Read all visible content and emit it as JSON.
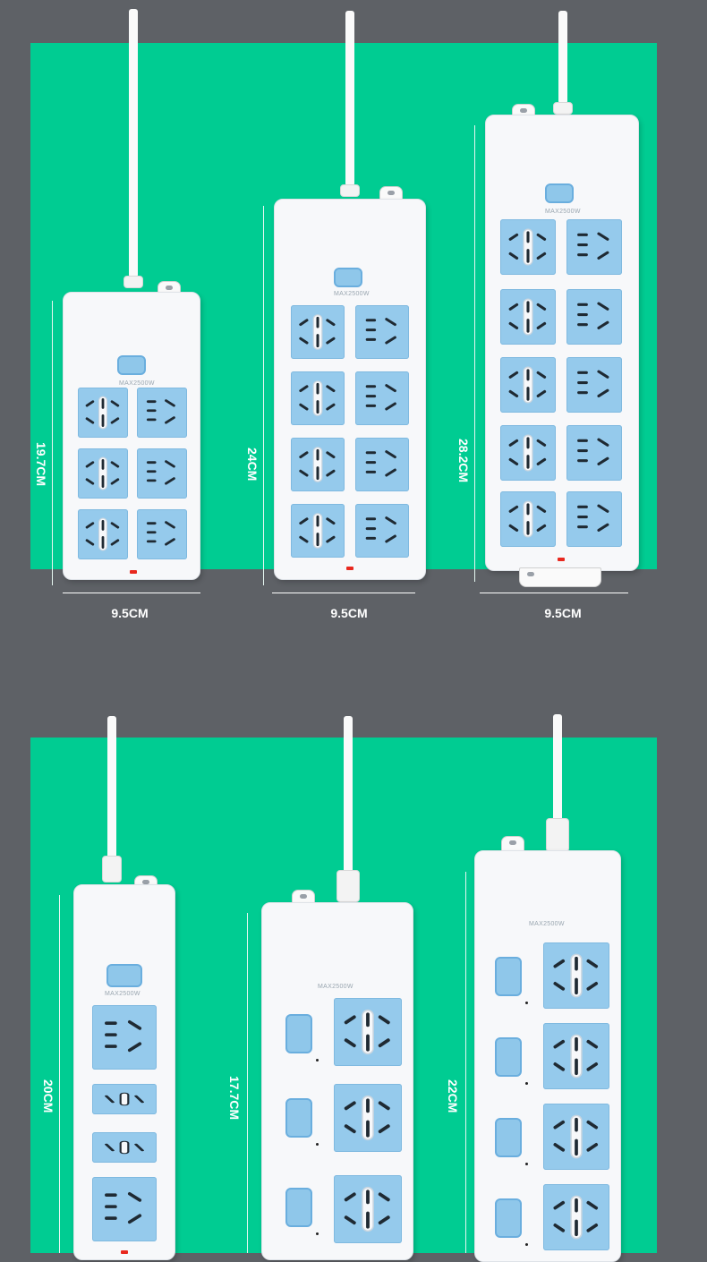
{
  "top_row": {
    "strips": [
      {
        "length_label": "19.7CM",
        "width_label": "9.5CM",
        "outlets": 6
      },
      {
        "length_label": "24CM",
        "width_label": "9.5CM",
        "outlets": 8
      },
      {
        "length_label": "28.2CM",
        "width_label": "9.5CM",
        "outlets": 10
      }
    ]
  },
  "bottom_row": {
    "strips": [
      {
        "length_label": "20CM"
      },
      {
        "length_label": "17.7CM"
      },
      {
        "length_label": "22CM"
      }
    ]
  },
  "colors": {
    "background": "#5e6166",
    "panel": "#00cc92",
    "strip_body": "#f7f8fa",
    "socket": "#95caec",
    "switch": "#8fc7ea",
    "led": "#e8281e"
  }
}
